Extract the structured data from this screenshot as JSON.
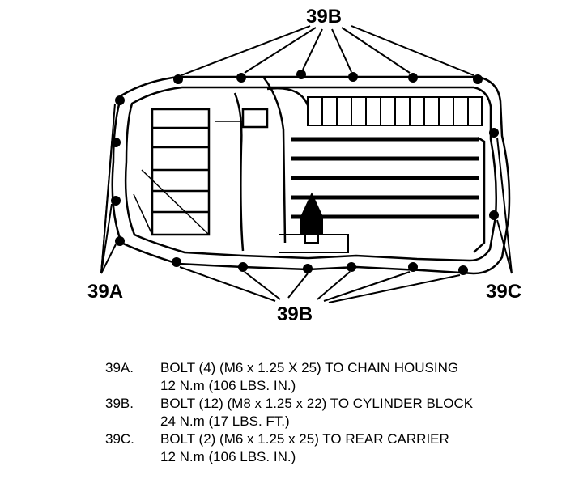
{
  "callouts": {
    "top": "39B",
    "bottom": "39B",
    "left": "39A",
    "right": "39C"
  },
  "legend": [
    {
      "id": "39A.",
      "desc": "BOLT (4) (M6 x 1.25 X 25) TO CHAIN HOUSING",
      "torque": "12 N.m (106 LBS. IN.)"
    },
    {
      "id": "39B.",
      "desc": "BOLT (12) (M8 x 1.25 x 22) TO CYLINDER BLOCK",
      "torque": "24 N.m (17 LBS. FT.)"
    },
    {
      "id": "39C.",
      "desc": "BOLT (2) (M6 x 1.25 x 25) TO REAR CARRIER",
      "torque": "12 N.m (106 LBS. IN.)"
    }
  ]
}
